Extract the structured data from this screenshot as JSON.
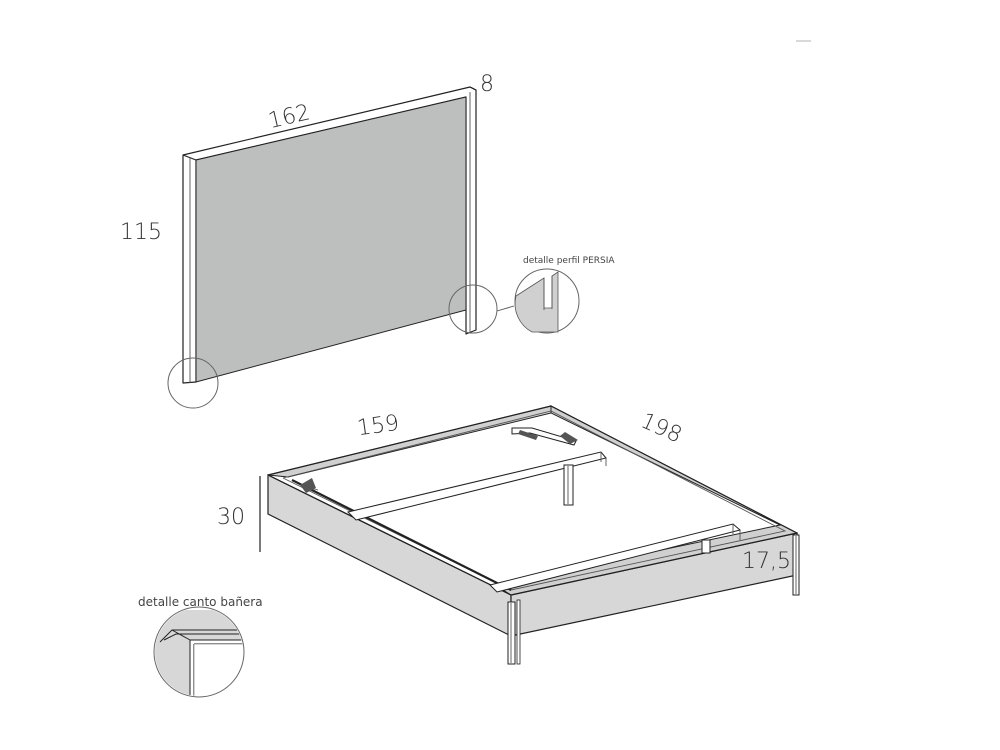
{
  "headboard": {
    "width_label": "162",
    "height_label": "115",
    "depth_label": "8",
    "detail_caption": "detalle perfil PERSIA"
  },
  "bed": {
    "width_label": "159",
    "length_label": "198",
    "height_label": "30",
    "leg_label": "17,5",
    "detail_caption": "detalle canto bañera"
  },
  "colors": {
    "panel_fill": "#bdbfbe",
    "frame_fill": "#d6d7d6",
    "line": "#222222"
  }
}
